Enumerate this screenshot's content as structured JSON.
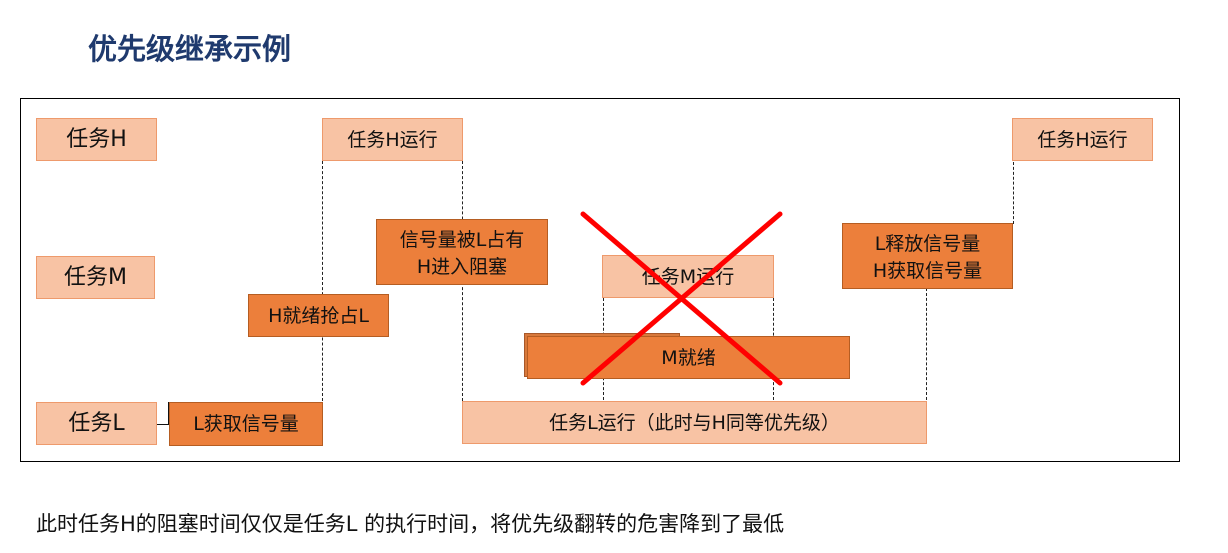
{
  "title": "优先级继承示例",
  "rows": {
    "task_h": "任务H",
    "task_m": "任务M",
    "task_l": "任务L"
  },
  "events": {
    "h_running_1": "任务H运行",
    "h_running_2": "任务H运行",
    "sem_taken_line1": "信号量被L占有",
    "sem_taken_line2": "H进入阻塞",
    "m_running": "任务M运行",
    "l_release_line1": "L释放信号量",
    "l_release_line2": "H获取信号量",
    "h_ready_preempt": "H就绪抢占L",
    "m_ready": "M就绪",
    "l_acquire": "L获取信号量",
    "l_running": "任务L运行（此时与H同等优先级）"
  },
  "caption": "此时任务H的阻塞时间仅仅是任务L 的执行时间，将优先级翻转的危害降到了最低",
  "colors": {
    "light_box": "#f8c3a4",
    "dark_box": "#ec7f3b",
    "cross": "#ff0000",
    "title": "#1f3a6e"
  }
}
